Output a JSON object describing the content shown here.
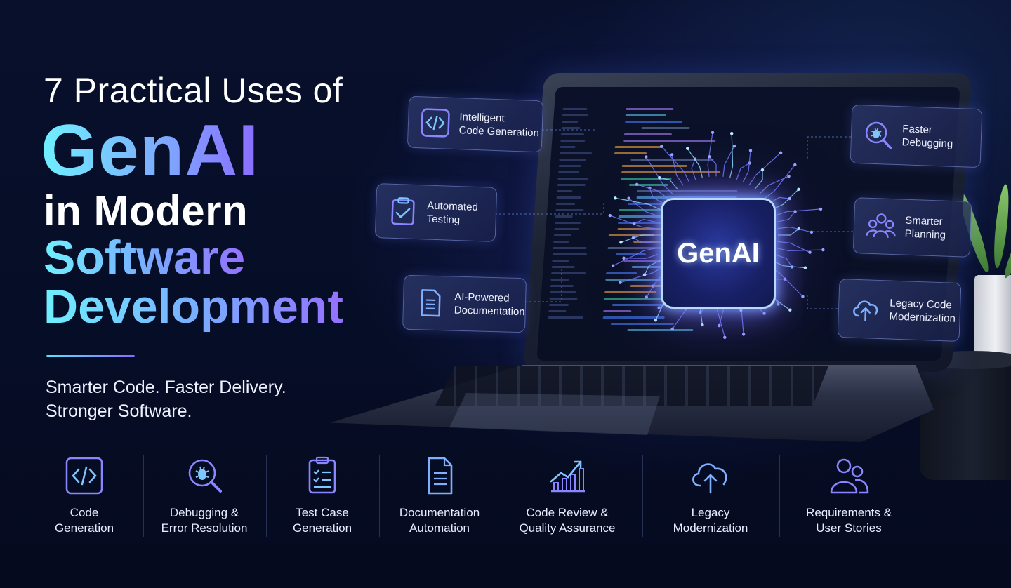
{
  "headline": {
    "line1": "7 Practical Uses of",
    "line2": "GenAI",
    "line3": "in Modern",
    "line4": "Software",
    "line5": "Development"
  },
  "tagline": {
    "line1": "Smarter Code. Faster Delivery.",
    "line2": "Stronger Software."
  },
  "chip": {
    "label": "GenAI"
  },
  "cards": [
    {
      "id": "code",
      "line1": "Intelligent",
      "line2": "Code Generation",
      "icon": "code-brackets-icon"
    },
    {
      "id": "testing",
      "line1": "Automated",
      "line2": "Testing",
      "icon": "clipboard-check-icon"
    },
    {
      "id": "docs",
      "line1": "AI-Powered",
      "line2": "Documentation",
      "icon": "document-icon"
    },
    {
      "id": "debug",
      "line1": "Faster",
      "line2": "Debugging",
      "icon": "bug-magnifier-icon"
    },
    {
      "id": "planning",
      "line1": "Smarter",
      "line2": "Planning",
      "icon": "team-icon"
    },
    {
      "id": "legacy",
      "line1": "Legacy Code",
      "line2": "Modernization",
      "icon": "cloud-upload-icon"
    }
  ],
  "bottom": [
    {
      "line1": "Code",
      "line2": "Generation",
      "icon": "code-brackets-icon"
    },
    {
      "line1": "Debugging &",
      "line2": "Error Resolution",
      "icon": "bug-magnifier-icon"
    },
    {
      "line1": "Test Case",
      "line2": "Generation",
      "icon": "clipboard-check-icon"
    },
    {
      "line1": "Documentation",
      "line2": "Automation",
      "icon": "document-icon"
    },
    {
      "line1": "Code Review &",
      "line2": "Quality Assurance",
      "icon": "chart-growth-icon"
    },
    {
      "line1": "Legacy",
      "line2": "Modernization",
      "icon": "cloud-upload-icon"
    },
    {
      "line1": "Requirements &",
      "line2": "User Stories",
      "icon": "team-icon"
    }
  ],
  "colors": {
    "accent_cyan": "#6ff0ff",
    "accent_violet": "#8b6bff",
    "background": "#070e28"
  }
}
